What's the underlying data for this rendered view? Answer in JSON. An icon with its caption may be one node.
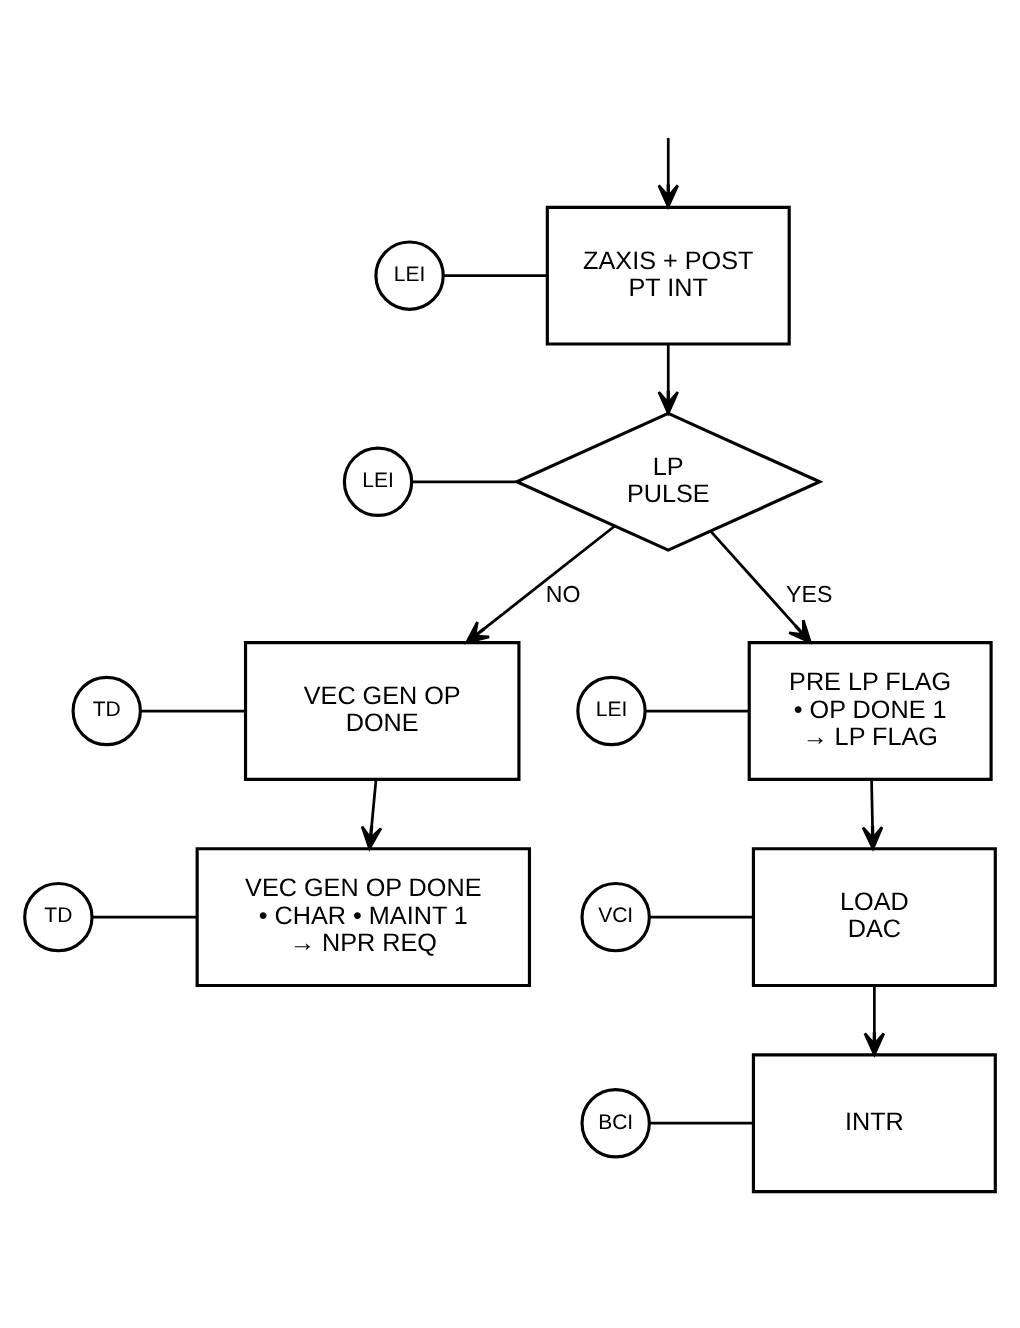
{
  "diagram": {
    "nodes": [
      {
        "text": [
          "LEI"
        ]
      },
      {
        "text": [
          "ZAXIS + POST PT INT"
        ]
      },
      {
        "text": [
          "LEI"
        ]
      },
      {
        "text": [
          "LP PULSE"
        ]
      },
      {
        "text": [
          "TD"
        ]
      },
      {
        "text": [
          "VEC GEN OP DONE"
        ]
      },
      {
        "text": [
          "LEI"
        ]
      },
      {
        "text": [
          "PRE LP FLAG • OP DONE 1 → LP FLAG"
        ]
      },
      {
        "text": [
          "TD"
        ]
      },
      {
        "text": [
          "VEC GEN OP DONE • CHAR • MAINT 1 → NPR REQ"
        ]
      },
      {
        "text": [
          "VCI"
        ]
      },
      {
        "text": [
          "LOAD DAC"
        ]
      },
      {
        "text": [
          "BCI"
        ]
      },
      {
        "text": [
          "INTR"
        ]
      }
    ],
    "edges": [
      {
        "from": null,
        "to": 1,
        "arrow": "to"
      },
      {
        "from": 0,
        "to": 1,
        "arrow": "none"
      },
      {
        "from": 1,
        "to": 3,
        "arrow": "to"
      },
      {
        "from": 2,
        "to": 3,
        "arrow": "none"
      },
      {
        "from": 3,
        "to": 7,
        "arrow": "to",
        "label": "YES"
      },
      {
        "from": 3,
        "to": 5,
        "arrow": "to",
        "label": "NO"
      },
      {
        "from": 4,
        "to": 5,
        "arrow": "none"
      },
      {
        "from": 5,
        "to": 9,
        "arrow": "to"
      },
      {
        "from": 8,
        "to": 9,
        "arrow": "none"
      },
      {
        "from": 6,
        "to": 7,
        "arrow": "none"
      },
      {
        "from": 7,
        "to": 11,
        "arrow": "to"
      },
      {
        "from": 10,
        "to": 11,
        "arrow": "none"
      },
      {
        "from": 11,
        "to": 13,
        "arrow": "to"
      },
      {
        "from": 12,
        "to": 13,
        "arrow": "none"
      }
    ]
  }
}
